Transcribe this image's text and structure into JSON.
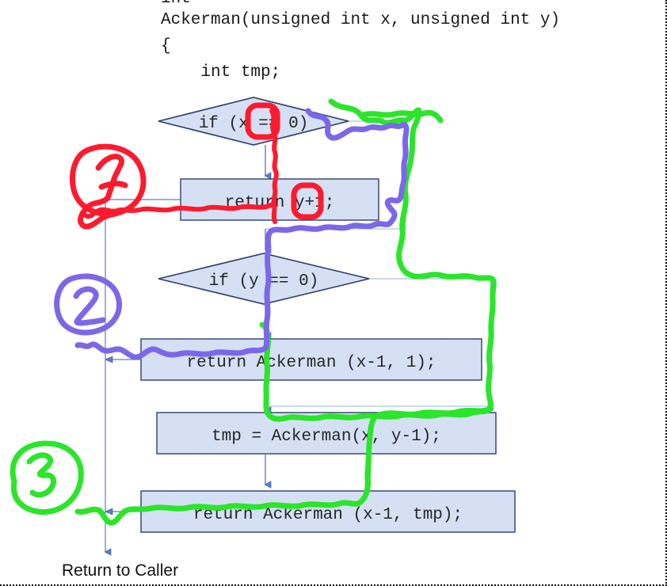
{
  "slide": {
    "title_fragment": "int",
    "code_lines": [
      "Ackerman(unsigned int x, unsigned int y)",
      "{",
      "    int tmp;"
    ],
    "caller_label": "Return to Caller"
  },
  "flowchart": {
    "type": "flowchart",
    "nodes": [
      {
        "id": "d1",
        "shape": "diamond",
        "text": "if (x == 0)"
      },
      {
        "id": "b1",
        "shape": "process",
        "text": "return y+1;"
      },
      {
        "id": "d2",
        "shape": "diamond",
        "text": "if (y == 0)"
      },
      {
        "id": "b2",
        "shape": "process",
        "text": "return Ackerman (x-1, 1);"
      },
      {
        "id": "b3",
        "shape": "process",
        "text": "tmp = Ackerman(x, y-1);"
      },
      {
        "id": "b4",
        "shape": "process",
        "text": "return Ackerman (x-1, tmp);"
      }
    ],
    "exit_label": "Return to Caller",
    "colors": {
      "node_fill": "#d3deef",
      "node_stroke": "#2f3e6b",
      "connector": "#5a7fc4",
      "trace_1": "#fc1b2e",
      "trace_2": "#7b68e8",
      "trace_3": "#2ae52a"
    }
  },
  "annotations": [
    {
      "id": "ann1",
      "label": "1",
      "color": "#fc1b2e",
      "describes": "path for x == 0 branch returning y+1"
    },
    {
      "id": "ann2",
      "label": "2",
      "color": "#7b68e8",
      "describes": "path for y == 0 branch returning Ackerman (x-1, 1)"
    },
    {
      "id": "ann3",
      "label": "3",
      "color": "#2ae52a",
      "describes": "path falling through to return Ackerman (x-1, tmp)"
    }
  ],
  "highlights": [
    {
      "id": "hl-x",
      "text": "x",
      "color": "#fc1b2e",
      "shape": "rounded-rect"
    },
    {
      "id": "hl-y",
      "text": "y",
      "color": "#fc1b2e",
      "shape": "rounded-rect"
    }
  ]
}
